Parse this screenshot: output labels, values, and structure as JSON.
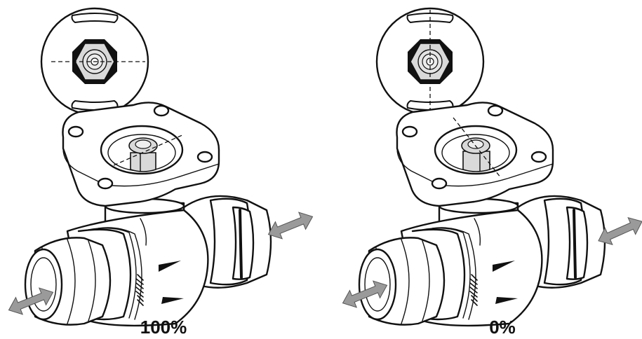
{
  "figures": [
    {
      "id": "open",
      "position_label": "100%"
    },
    {
      "id": "closed",
      "position_label": "0%"
    }
  ]
}
